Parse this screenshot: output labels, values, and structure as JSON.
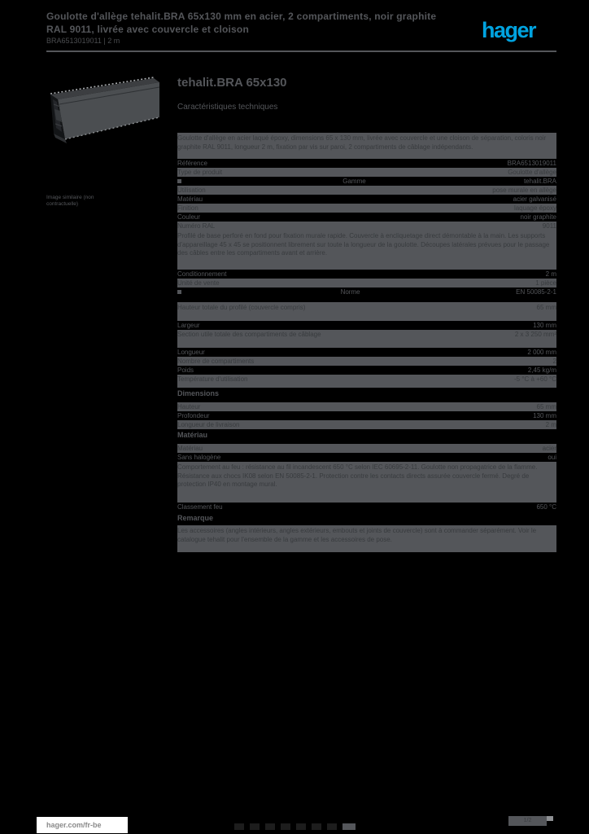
{
  "header": {
    "title_line1": "Goulotte d'allège tehalit.BRA 65x130 mm en acier, 2 compartiments, noir graphite",
    "title_line2": "RAL 9011, livrée avec couvercle et cloison",
    "reference_line": "BRA6513019011 | 2 m",
    "logo_text": "hager"
  },
  "product": {
    "title": "tehalit.BRA 65x130",
    "subtitle": "Caractéristiques techniques",
    "image_caption": "Image similaire (non contractuelle)"
  },
  "colors": {
    "accent_blue": "#00a3e0",
    "text_gray": "#54565a",
    "stripe_gray": "#54565a",
    "dark_text_on_stripe": "#383b3e",
    "page_background": "#000000",
    "footer_box": "#ffffff"
  },
  "table": {
    "rows": [
      {
        "t": "p",
        "striped": true,
        "h": 32,
        "text": "Goulotte d'allège en acier laqué époxy, dimensions 65 x 130 mm, livrée avec couvercle et une cloison de séparation, coloris noir graphite RAL 9011, longueur 2 m, fixation par vis sur paroi, 2 compartiments de câblage indépendants."
      },
      {
        "t": "kv",
        "striped": false,
        "h": 11,
        "label": "Référence",
        "value": "BRA6513019011"
      },
      {
        "t": "kv",
        "striped": true,
        "h": 11,
        "label": "Type de produit",
        "value": "Goulotte d'allège"
      },
      {
        "t": "kv",
        "striped": false,
        "h": 11,
        "label": "Gamme",
        "value": "tehalit.BRA",
        "bullet": true
      },
      {
        "t": "kv",
        "striped": true,
        "h": 11,
        "label": "Utilisation",
        "value": "pose murale en allège"
      },
      {
        "t": "kv",
        "striped": false,
        "h": 11,
        "label": "Matériau",
        "value": "acier galvanisé"
      },
      {
        "t": "kv",
        "striped": true,
        "h": 11,
        "label": "Finition",
        "value": "laquage époxy"
      },
      {
        "t": "kv",
        "striped": false,
        "h": 11,
        "label": "Couleur",
        "value": "noir graphite"
      },
      {
        "t": "kv",
        "striped": true,
        "h": 11,
        "label": "Numéro RAL",
        "value": "9011"
      },
      {
        "t": "p",
        "striped": true,
        "h": 48,
        "text": "Profilé de base perforé en fond pour fixation murale rapide. Couvercle à encliquetage direct démontable à la main. Les supports d'appareillage 45 x 45 se positionnent librement sur toute la longueur de la goulotte. Découpes latérales prévues pour le passage des câbles entre les compartiments avant et arrière."
      },
      {
        "t": "kv",
        "striped": false,
        "h": 11,
        "label": "Conditionnement",
        "value": "2 m"
      },
      {
        "t": "kv",
        "striped": true,
        "h": 11,
        "label": "Unité de vente",
        "value": "1 pièce"
      },
      {
        "t": "kv",
        "striped": false,
        "h": 11,
        "label": "Norme",
        "value": "EN 50085-2-1",
        "bullet": true
      },
      {
        "t": "rule",
        "striped": false,
        "h": 8
      },
      {
        "t": "kv",
        "striped": true,
        "h": 22,
        "label": "Hauteur totale du profilé (couvercle compris)",
        "value": "65 mm"
      },
      {
        "t": "kv",
        "striped": false,
        "h": 11,
        "label": "Largeur",
        "value": "130 mm"
      },
      {
        "t": "kv",
        "striped": true,
        "h": 22,
        "label": "Section utile totale des compartiments de câblage",
        "value": "2 x 3 250 mm²"
      },
      {
        "t": "kv",
        "striped": false,
        "h": 11,
        "label": "Longueur",
        "value": "2 000 mm"
      },
      {
        "t": "kv",
        "striped": true,
        "h": 11,
        "label": "Nombre de compartiments",
        "value": "2"
      },
      {
        "t": "kv",
        "striped": false,
        "h": 11,
        "label": "Poids",
        "value": "2,45 kg/m"
      },
      {
        "t": "kv",
        "striped": true,
        "h": 16,
        "label": "Température d'utilisation",
        "value": "-5 °C à +60 °C"
      },
      {
        "t": "h",
        "striped": false,
        "h": 18,
        "label": "Dimensions"
      },
      {
        "t": "kv",
        "striped": true,
        "h": 11,
        "label": "Hauteur",
        "value": "65 mm"
      },
      {
        "t": "kv",
        "striped": false,
        "h": 11,
        "label": "Profondeur",
        "value": "130 mm"
      },
      {
        "t": "kv",
        "striped": true,
        "h": 11,
        "label": "Longueur de livraison",
        "value": "2 m"
      },
      {
        "t": "h",
        "striped": false,
        "h": 18,
        "label": "Matériau"
      },
      {
        "t": "kv",
        "striped": true,
        "h": 11,
        "label": "Matériau",
        "value": "acier"
      },
      {
        "t": "kv",
        "striped": false,
        "h": 11,
        "label": "Sans halogène",
        "value": "oui"
      },
      {
        "t": "p",
        "striped": true,
        "h": 50,
        "text": "Comportement au feu : résistance au fil incandescent 650 °C selon IEC 60695-2-11. Goulotte non propagatrice de la flamme. Résistance aux chocs IK08 selon EN 50085-2-1. Protection contre les contacts directs assurée couvercle fermé. Degré de protection IP40 en montage mural."
      },
      {
        "t": "kv",
        "striped": false,
        "h": 12,
        "label": "Classement feu",
        "value": "650 °C"
      },
      {
        "t": "h",
        "striped": false,
        "h": 16,
        "label": "Remarque"
      },
      {
        "t": "p",
        "striped": true,
        "h": 33,
        "text": "Les accessoires (angles intérieurs, angles extérieurs, embouts et joints de couvercle) sont à commander séparément. Voir le catalogue tehalit pour l'ensemble de la gamme et les accessoires de pose."
      }
    ]
  },
  "footer": {
    "website": "hager.com/fr-be",
    "page_label": "1/2",
    "cert_icons": [
      "ce-mark",
      "iec-mark",
      "vde-mark",
      "nf-mark",
      "cebec-mark",
      "ral-mark",
      "iso-mark",
      "qr-mark"
    ]
  }
}
